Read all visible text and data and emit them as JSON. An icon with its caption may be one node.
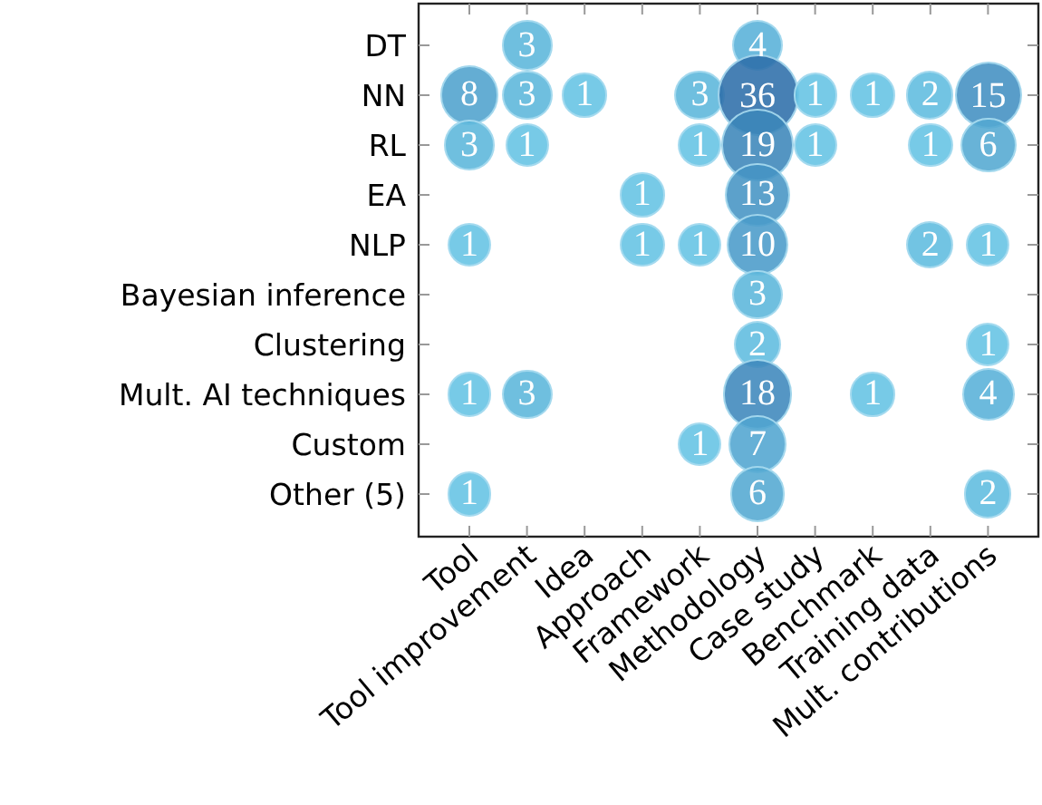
{
  "diagram": {
    "nodes": [
      {
        "text": [
          "3"
        ]
      },
      {
        "text": [
          "4"
        ]
      },
      {
        "text": [
          "8"
        ]
      },
      {
        "text": [
          "3"
        ]
      },
      {
        "text": [
          "1"
        ]
      },
      {
        "text": [
          "3"
        ]
      },
      {
        "text": [
          "36"
        ]
      },
      {
        "text": [
          "1"
        ]
      },
      {
        "text": [
          "1"
        ]
      },
      {
        "text": [
          "2"
        ]
      },
      {
        "text": [
          "15"
        ]
      },
      {
        "text": [
          "3"
        ]
      },
      {
        "text": [
          "1"
        ]
      },
      {
        "text": [
          "1"
        ]
      },
      {
        "text": [
          "19"
        ]
      },
      {
        "text": [
          "1"
        ]
      },
      {
        "text": [
          "1"
        ]
      },
      {
        "text": [
          "6"
        ]
      },
      {
        "text": [
          "1"
        ]
      },
      {
        "text": [
          "13"
        ]
      },
      {
        "text": [
          "1"
        ]
      },
      {
        "text": [
          "1"
        ]
      },
      {
        "text": [
          "1"
        ]
      },
      {
        "text": [
          "10"
        ]
      },
      {
        "text": [
          "2"
        ]
      },
      {
        "text": [
          "1"
        ]
      },
      {
        "text": [
          "3"
        ]
      },
      {
        "text": [
          "2"
        ]
      },
      {
        "text": [
          "1"
        ]
      },
      {
        "text": [
          "1"
        ]
      },
      {
        "text": [
          "3"
        ]
      },
      {
        "text": [
          "18"
        ]
      },
      {
        "text": [
          "1"
        ]
      },
      {
        "text": [
          "4"
        ]
      },
      {
        "text": [
          "1"
        ]
      },
      {
        "text": [
          "7"
        ]
      },
      {
        "text": [
          "1"
        ]
      },
      {
        "text": [
          "6"
        ]
      },
      {
        "text": [
          "2"
        ]
      }
    ],
    "labels": [
      "DT",
      "NN",
      "RL",
      "EA",
      "NLP",
      "Bayesian inference",
      "Clustering",
      "Mult. AI techniques",
      "Custom",
      "Other (5)",
      "Tool",
      "Tool improvement",
      "Idea",
      "Approach",
      "Framework",
      "Methodology",
      "Case study",
      "Benchmark",
      "Training data",
      "Mult. contributions"
    ]
  }
}
